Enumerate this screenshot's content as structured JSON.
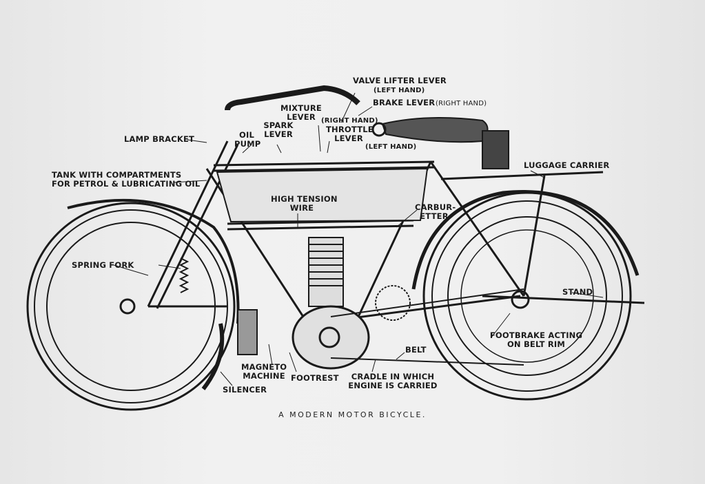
{
  "caption": "A MODERN MOTOR BICYCLE.",
  "labels": {
    "valve_lifter": "VALVE LIFTER LEVER",
    "valve_lifter_hand": "(LEFT HAND)",
    "brake_lever": "BRAKE LEVER",
    "brake_lever_hand": "(RIGHT HAND)",
    "mixture_lever_1": "MIXTURE",
    "mixture_lever_2": "LEVER",
    "mixture_hand": "(RIGHT HAND)",
    "throttle_1": "THROTTLE",
    "throttle_2": "LEVER",
    "throttle_hand": "(LEFT HAND)",
    "spark_1": "SPARK",
    "spark_2": "LEVER",
    "oil_1": "OIL",
    "oil_2": "PUMP",
    "lamp_bracket": "LAMP BRACKET",
    "tank_1": "TANK WITH COMPARTMENTS",
    "tank_2": "FOR PETROL & LUBRICATING OIL",
    "luggage_carrier": "LUGGAGE CARRIER",
    "high_tension_1": "HIGH TENSION",
    "high_tension_2": "WIRE",
    "carburetter_1": "CARBUR-",
    "carburetter_2": "ETTER",
    "spring_fork": "SPRING FORK",
    "stand": "STAND",
    "footbrake_1": "FOOTBRAKE ACTING",
    "footbrake_2": "ON BELT RIM",
    "belt": "BELT",
    "magneto_1": "MAGNETO",
    "magneto_2": "MACHINE",
    "footrest": "FOOTREST",
    "cradle_1": "CRADLE IN WHICH",
    "cradle_2": "ENGINE IS CARRIED",
    "silencer": "SILENCER"
  }
}
